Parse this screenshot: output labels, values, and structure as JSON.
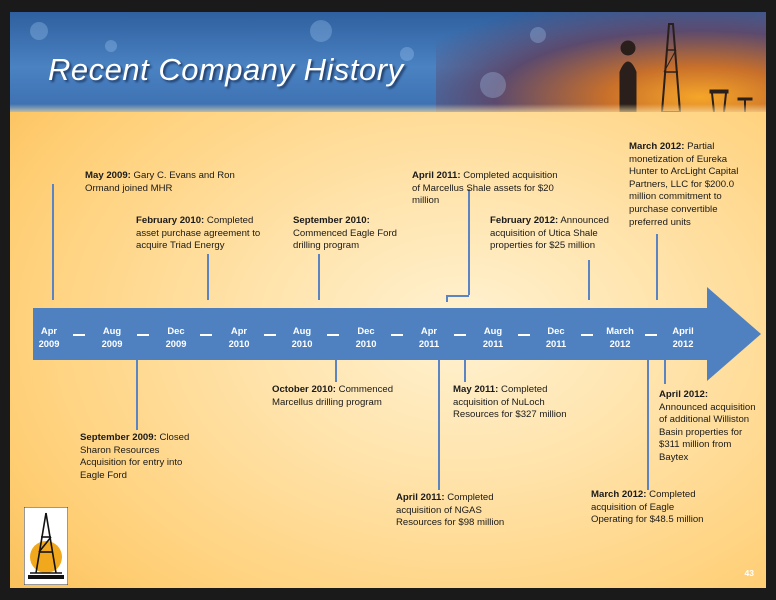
{
  "slide": {
    "title": "Recent Company History",
    "page_number": "43"
  },
  "timeline": [
    {
      "month": "Apr",
      "year": "2009"
    },
    {
      "month": "Aug",
      "year": "2009"
    },
    {
      "month": "Dec",
      "year": "2009"
    },
    {
      "month": "Apr",
      "year": "2010"
    },
    {
      "month": "Aug",
      "year": "2010"
    },
    {
      "month": "Dec",
      "year": "2010"
    },
    {
      "month": "Apr",
      "year": "2011"
    },
    {
      "month": "Aug",
      "year": "2011"
    },
    {
      "month": "Dec",
      "year": "2011"
    },
    {
      "month": "March",
      "year": "2012"
    },
    {
      "month": "April",
      "year": "2012"
    }
  ],
  "events": {
    "may2009": {
      "date": "May 2009:",
      "text": " Gary C. Evans and Ron Ormand joined MHR"
    },
    "feb2010": {
      "date": "February 2010:",
      "text": " Completed asset purchase agreement to acquire Triad Energy"
    },
    "sep2010": {
      "date": "September 2010:",
      "text": " Commenced Eagle Ford drilling program"
    },
    "apr2011a": {
      "date": "April 2011:",
      "text": " Completed acquisition of Marcellus Shale assets for $20 million"
    },
    "feb2012": {
      "date": "February 2012:",
      "text": " Announced acquisition of Utica Shale properties for $25 million"
    },
    "mar2012a": {
      "date": "March 2012:",
      "text": " Partial monetization of Eureka Hunter to ArcLight Capital Partners, LLC for $200.0 million commitment to purchase convertible preferred units"
    },
    "sep2009": {
      "date": "September 2009:",
      "text": " Closed Sharon Resources Acquisition for entry into Eagle Ford"
    },
    "oct2010": {
      "date": "October 2010:",
      "text": " Commenced Marcellus drilling program"
    },
    "may2011": {
      "date": "May 2011:",
      "text": " Completed acquisition of NuLoch Resources for $327 million"
    },
    "apr2011b": {
      "date": "April 2011:",
      "text": " Completed acquisition of NGAS Resources for $98 million"
    },
    "mar2012b": {
      "date": "March 2012:",
      "text": " Completed acquisition of Eagle Operating for $48.5 million"
    },
    "apr2012": {
      "date": "April 2012:",
      "text": " Announced acquisition of additional Williston Basin properties for $311 million from Baytex"
    }
  },
  "colors": {
    "timeline_bar": "#4f81c0",
    "header_blue": "#3c6fb0",
    "background_gold": "#ffce74"
  }
}
